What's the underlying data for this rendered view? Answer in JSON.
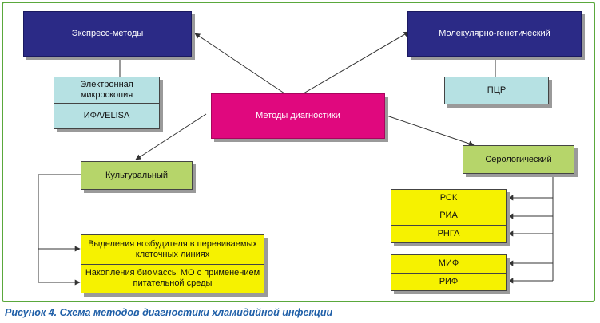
{
  "diagram": {
    "center": "Методы диагностики",
    "express": "Экспресс-методы",
    "express_methods": [
      "Электронная микроскопия",
      "ИФА/ELISA"
    ],
    "molecular": "Молекулярно-генетический",
    "molecular_methods": [
      "ПЦР"
    ],
    "culture": "Культуральный",
    "culture_methods": [
      "Выделения возбудителя в перевиваемых клеточных линиях",
      "Накопления биомассы МО с применением питательной среды"
    ],
    "serology": "Серологический",
    "serology_methods_a": [
      "РСК",
      "РИА",
      "РНГА"
    ],
    "serology_methods_b": [
      "МИФ",
      "РИФ"
    ]
  },
  "caption": "Рисунок 4. Схема методов диагностики хламидийной инфекции",
  "colors": {
    "frame": "#5aa83c",
    "navy": "#2b2a86",
    "magenta": "#e0087e",
    "teal": "#b6e1e3",
    "green": "#b6d56a",
    "yellow": "#f6f200",
    "caption": "#1f5fa8"
  }
}
